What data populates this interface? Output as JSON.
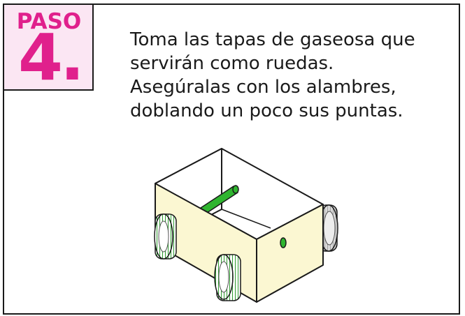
{
  "step": {
    "word": "PASO",
    "number": "4."
  },
  "instruction": {
    "lines": [
      "Toma las tapas de gaseosa que",
      "servirán como ruedas.",
      "Asegúralas con los alambres,",
      "doblando un poco sus puntas."
    ]
  },
  "colors": {
    "accent": "#e0208c",
    "badge_background": "#fbe6f3",
    "box_fill": "#fbf7d2",
    "axle_green": "#2fb52f",
    "wheel_green": "#2e9a2e",
    "wheel_grey": "#d9d9d9"
  },
  "illustration": {
    "icon": "cardboard-box-car-icon"
  }
}
